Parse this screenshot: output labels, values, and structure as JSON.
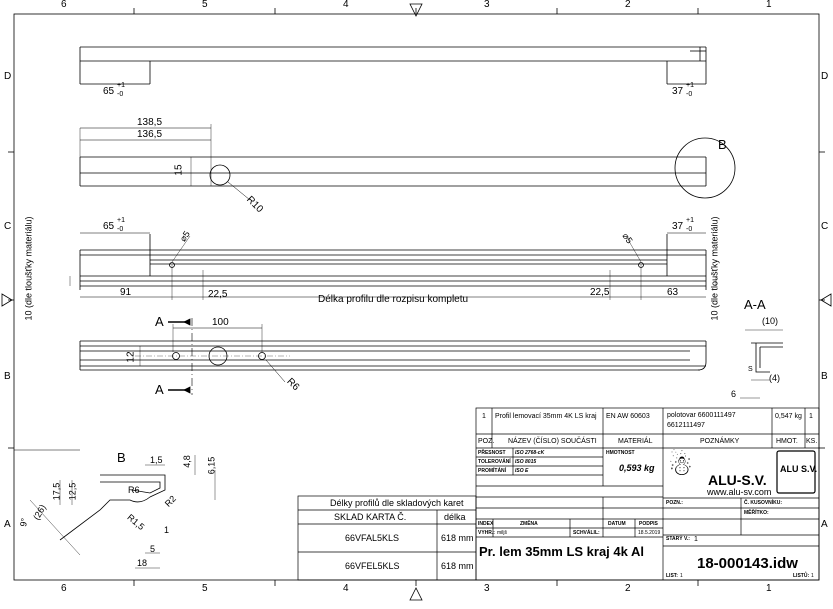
{
  "zone_cols": [
    "6",
    "5",
    "4",
    "3",
    "2",
    "1"
  ],
  "zone_rows": [
    "D",
    "C",
    "B",
    "A"
  ],
  "top_view": {
    "dim_left": "65",
    "dim_left_tol_up": "+1",
    "dim_left_tol_dn": "-0",
    "dim_right": "37",
    "dim_right_tol_up": "+1",
    "dim_right_tol_dn": "-0"
  },
  "second_view": {
    "dim_138": "138,5",
    "dim_136": "136,5",
    "dim_15": "15",
    "dim_r10": "R10",
    "detail_b": "B"
  },
  "third_view": {
    "dim_left": "65",
    "dim_left_tol_up": "+1",
    "dim_left_tol_dn": "-0",
    "dim_right": "37",
    "dim_right_tol_up": "+1",
    "dim_right_tol_dn": "-0",
    "hole_left": "⌀5",
    "hole_right": "⌀5",
    "side_note": "10 (dle tloušťky materiálu)",
    "dim_91": "91",
    "dim_225_left": "22,5",
    "dim_225_right": "22,5",
    "dim_63": "63",
    "length_note": "Délka profilu dle rozpisu kompletu"
  },
  "section_view": {
    "marker": "A",
    "dim_100": "100",
    "dim_12": "12",
    "dim_r6": "R6"
  },
  "section_aa": {
    "title": "A-A",
    "dim_10": "(10)",
    "dim_4": "(4)",
    "dim_6": "6",
    "dim_s": "S"
  },
  "detail_b": {
    "title": "B",
    "dims": [
      "1,5",
      "12,5",
      "17,5",
      "R6",
      "R2",
      "4,8",
      "6,15",
      "R1,5",
      "1",
      "5",
      "18",
      "(26)",
      "9°"
    ]
  },
  "stock_table": {
    "title": "Délky profilů dle skladových karet",
    "col_card": "SKLAD KARTA Č.",
    "col_length": "délka",
    "rows": [
      {
        "card": "66VFAL5KLS",
        "length": "618 mm"
      },
      {
        "card": "66VFEL5KLS",
        "length": "618 mm"
      }
    ]
  },
  "title_block": {
    "row_qty": "1",
    "row_name": "Profil lemovací 35mm 4K LS kraj",
    "row_material": "EN AW 60603",
    "row_note_1": "polotovar 6600111497",
    "row_note_2": "6612111497",
    "row_mass": "0,547 kg",
    "row_count": "1",
    "h_pos": "POZ.",
    "h_name": "NÁZEV (ČÍSLO) SOUČÁSTI",
    "h_material": "MATERIÁL",
    "h_notes": "POZNÁMKY",
    "h_mass": "HMOT.",
    "h_ks": "KS.",
    "presnost_label": "PŘESNOST",
    "presnost_val": "ISO 2768-cK",
    "tolerovani_label": "TOLEROVÁNÍ",
    "tolerovani_val": "ISO 8015",
    "promitani_label": "PROMÍTÁNÍ",
    "promitani_val": "ISO E",
    "hmotnost_label": "HMOTNOST",
    "hmotnost_val": "0,593 kg",
    "company": "ALU-S.V.",
    "website": "www.alu-sv.com",
    "logo_text": "ALU S.V.",
    "pozn_label": "POZN.:",
    "kusovnik_label": "Č. KUSOVNÍKU:",
    "meritko_label": "MĚŘÍTKO:",
    "index_label": "INDEX",
    "zmena_label": "ZMĚNA",
    "datum_label": "DATUM",
    "podpis_label": "PODPIS",
    "vyhr_label": "VYHR.:",
    "vyhr_val": "miljš",
    "schvalil_label": "SCHVÁLIL:",
    "date_val": "18.5.2019",
    "stary_label": "STARÝ V.:",
    "stary_val": "1",
    "part_title": "Pr. lem 35mm LS kraj 4k Al",
    "drawing_no": "18-000143.idw",
    "list_label": "LIST:",
    "list_val": "1",
    "listu_label": "LISTŮ:",
    "listu_val": "1"
  }
}
